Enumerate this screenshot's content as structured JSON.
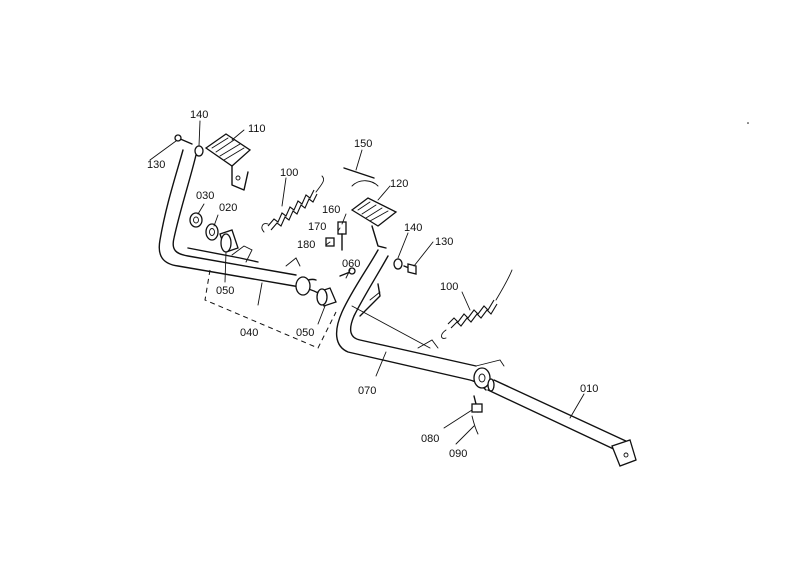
{
  "labels": {
    "p010": "010",
    "p020": "020",
    "p030": "030",
    "p040": "040",
    "p050a": "050",
    "p050b": "050",
    "p060": "060",
    "p070": "070",
    "p080": "080",
    "p090": "090",
    "p100a": "100",
    "p100b": "100",
    "p110": "110",
    "p120": "120",
    "p130a": "130",
    "p130b": "130",
    "p140a": "140",
    "p140b": "140",
    "p150": "150",
    "p160": "160",
    "p170": "170",
    "p180": "180"
  }
}
